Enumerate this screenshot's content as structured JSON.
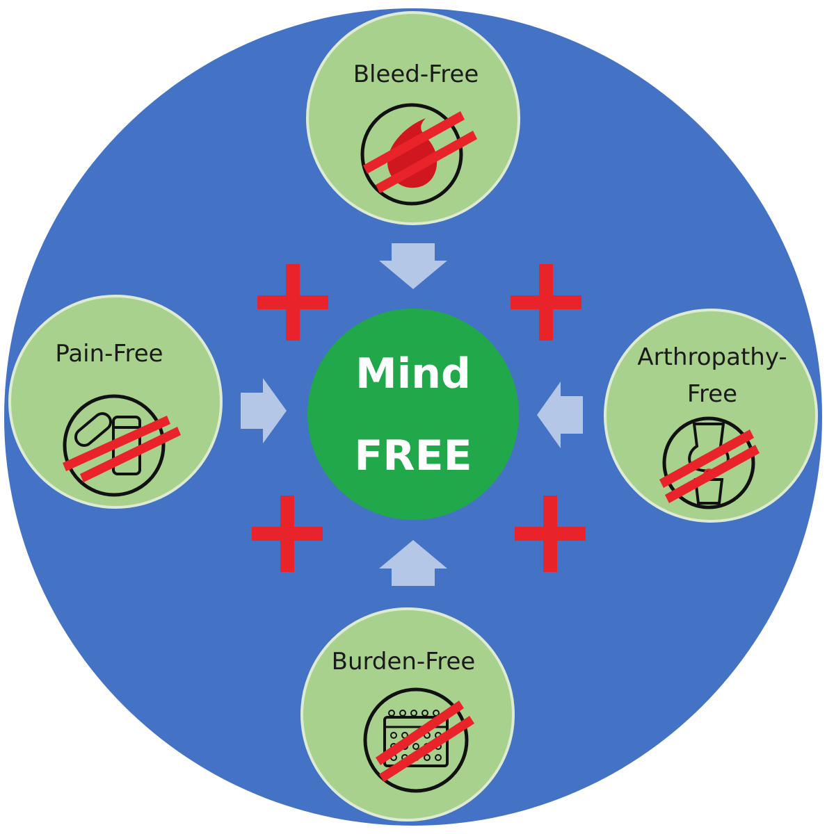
{
  "center": {
    "line1": "Mind",
    "line2": "FREE"
  },
  "nodes": {
    "top": {
      "label": "Bleed-Free",
      "icon": "blood-drop-icon"
    },
    "left": {
      "label": "Pain-Free",
      "icon": "pill-bottle-icon"
    },
    "right": {
      "label_line1": "Arthropathy-",
      "label_line2": "Free",
      "icon": "joint-icon"
    },
    "bottom": {
      "label": "Burden-Free",
      "icon": "calendar-icon"
    }
  },
  "colors": {
    "background": "#4472C4",
    "node_fill": "#A9D18E",
    "node_stroke": "#DDEBD3",
    "center_fill": "#21A84A",
    "arrow": "#B4C7E7",
    "plus": "#E8232A",
    "strike": "#E8232A"
  }
}
